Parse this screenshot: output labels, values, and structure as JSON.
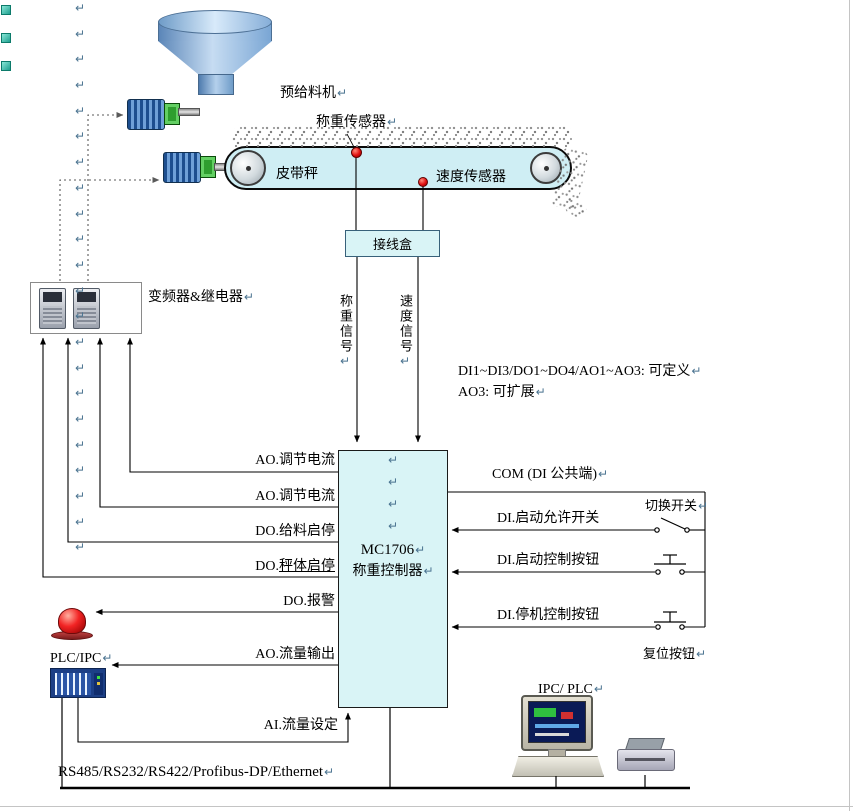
{
  "marks": {
    "cr": "↵"
  },
  "top": {
    "prefeeder": "预给料机",
    "weight_sensor": "称重传感器",
    "belt_scale": "皮带秤",
    "speed_sensor": "速度传感器",
    "junction_box": "接线盒",
    "inverter": "变频器&继电器"
  },
  "signals": {
    "weight": "称重信号",
    "speed": "速度信号"
  },
  "notes": {
    "line1": "DI1~DI3/DO1~DO4/AO1~AO3: 可定义",
    "line2": "AO3: 可扩展"
  },
  "controller": {
    "model": "MC1706",
    "name": "称重控制器"
  },
  "right": {
    "com": "COM (DI 公共端)",
    "di_start_allow": "DI.启动允许开关",
    "toggle": "切换开关",
    "di_start": "DI.启动控制按钮",
    "di_stop": "DI.停机控制按钮",
    "reset": "复位按钮"
  },
  "left_io": {
    "ao_regulate": "AO.调节电流",
    "do_feed": "DO.给料启停",
    "do_scale_prefix": "DO.",
    "do_scale_text": "秤体启停",
    "do_alarm": "DO.报警",
    "ao_flow": "AO.流量输出",
    "ai_set": "AI.流量设定"
  },
  "bottom": {
    "plc_ipc": "PLC/IPC",
    "ipc_plc": "IPC/ PLC",
    "bus": "RS485/RS232/RS422/Profibus-DP/Ethernet"
  }
}
